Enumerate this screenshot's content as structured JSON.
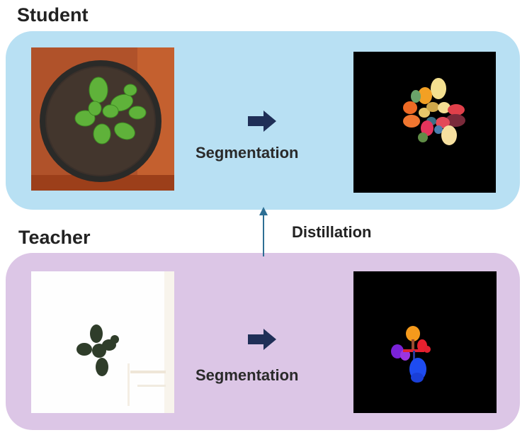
{
  "student": {
    "title": "Student",
    "step_label": "Segmentation",
    "panel_color": "#b8e0f3"
  },
  "teacher": {
    "title": "Teacher",
    "step_label": "Segmentation",
    "panel_color": "#dcc6e6"
  },
  "distillation": {
    "label": "Distillation",
    "arrow_color": "#2e6f94"
  },
  "icons": {
    "process_arrow": "arrow-right-icon",
    "distillation_arrow": "arrow-up-icon"
  }
}
